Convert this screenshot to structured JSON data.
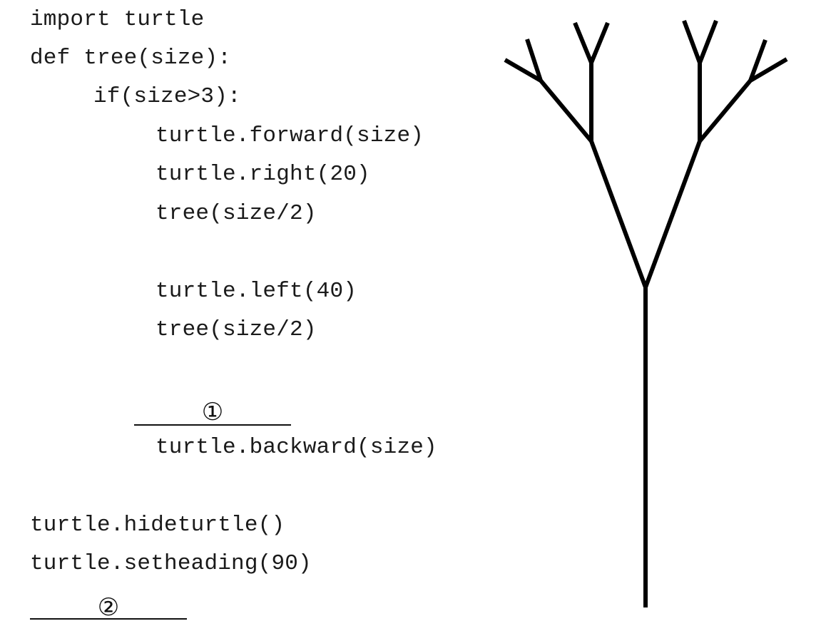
{
  "code": {
    "lines": [
      "import turtle",
      "def tree(size):",
      "if(size>3):",
      "turtle.forward(size)",
      "turtle.right(20)",
      "tree(size/2)",
      "turtle.left(40)",
      "tree(size/2)",
      "turtle.backward(size)",
      "turtle.hideturtle()",
      "turtle.setheading(90)"
    ]
  },
  "blanks": {
    "first": "①",
    "second": "②"
  },
  "figure": {
    "stroke_color": "#000000",
    "depiction": "fractal-tree"
  }
}
